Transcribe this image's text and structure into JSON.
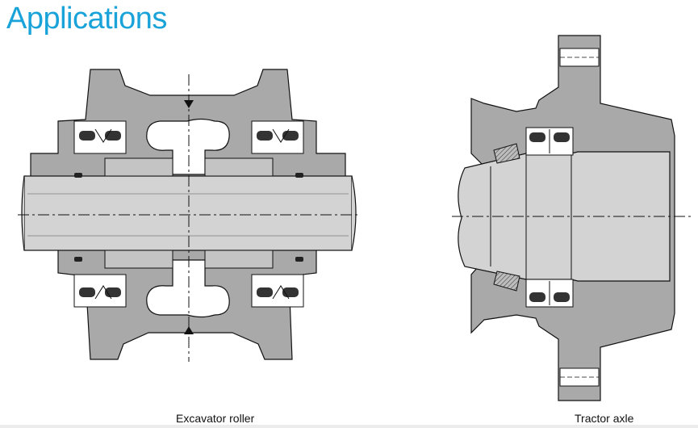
{
  "header": {
    "title": "Applications"
  },
  "figures": [
    {
      "caption": "Excavator roller"
    },
    {
      "caption": "Tractor axle"
    }
  ],
  "colors": {
    "title": "#1aa3d9",
    "housing": "#a9a9a9",
    "shaft": "#d3d3d3",
    "outline": "#111111"
  }
}
